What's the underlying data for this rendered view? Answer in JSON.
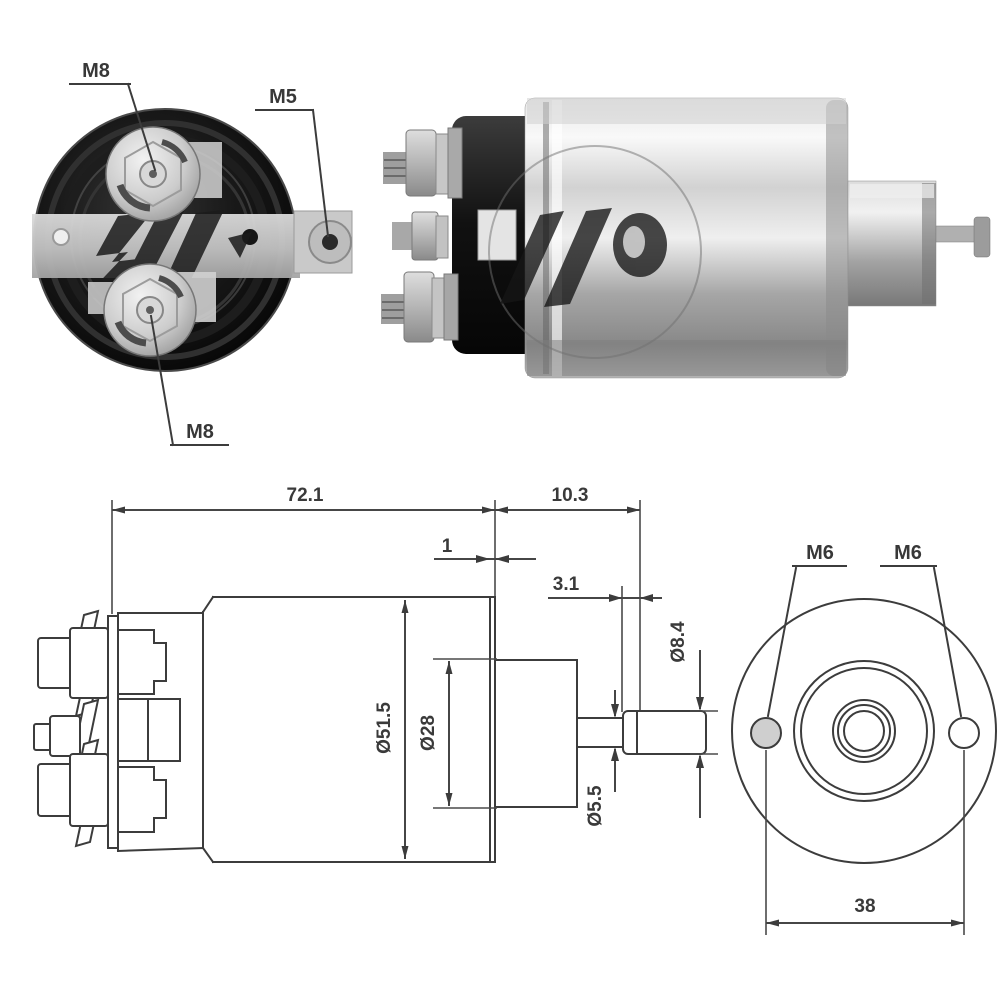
{
  "front_view": {
    "terminal_top_label": "M8",
    "terminal_small_label": "M5",
    "terminal_bottom_label": "M8"
  },
  "dimension_drawing": {
    "overall_length": "72.1",
    "plunger_length": "10.3",
    "lip_width": "1",
    "collar_width": "3.1",
    "body_diameter": "Ø51.5",
    "boss_diameter": "Ø28",
    "head_diameter": "Ø8.4",
    "shaft_diameter": "Ø5.5"
  },
  "rear_view": {
    "stud_left_label": "M6",
    "stud_right_label": "M6",
    "stud_spacing": "38"
  },
  "colors": {
    "line": "#3c3c3c",
    "text": "#3a3a3a",
    "background": "#ffffff"
  }
}
